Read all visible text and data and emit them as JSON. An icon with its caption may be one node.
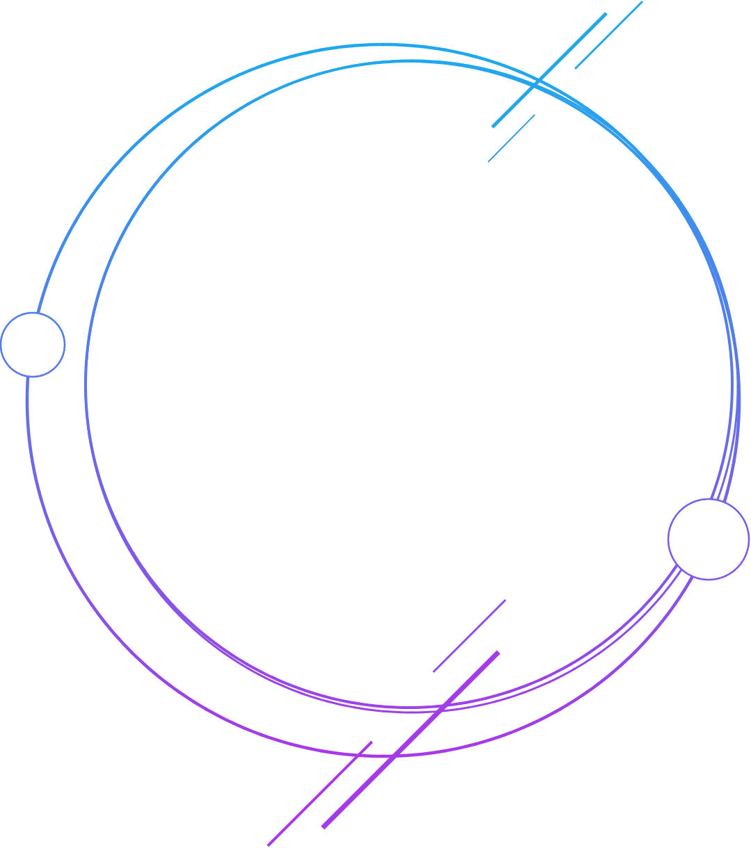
{
  "diagram": {
    "nodes": [
      {
        "text": [],
        "shape": "circle"
      },
      {
        "text": [],
        "shape": "circle",
        "in": 0
      },
      {
        "text": [],
        "shape": "circle"
      },
      {
        "text": [],
        "shape": "circle"
      }
    ]
  }
}
